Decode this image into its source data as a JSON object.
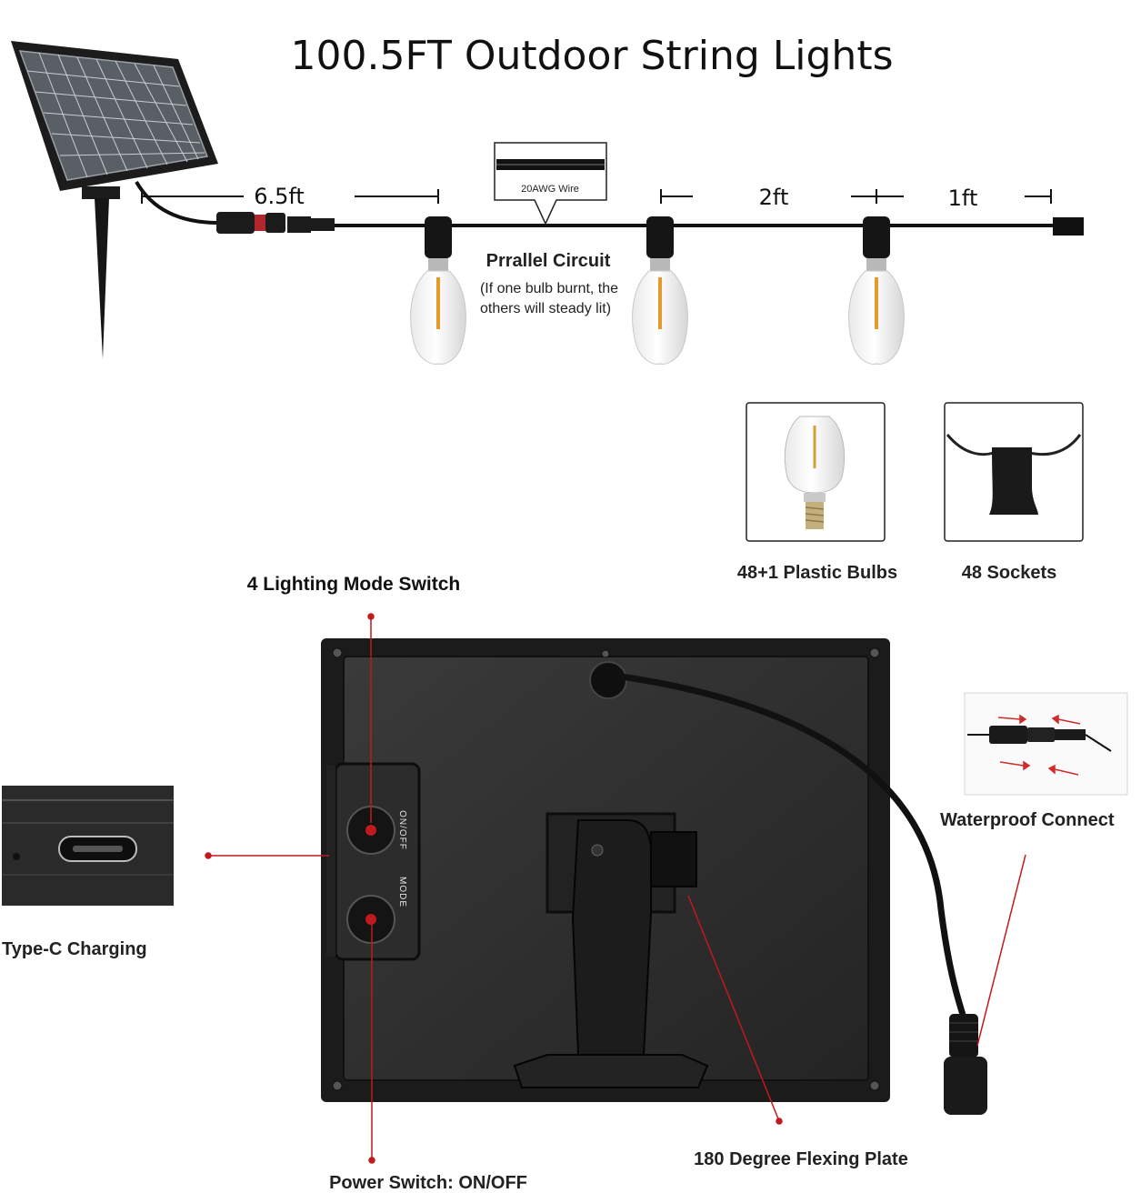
{
  "title": "100.5FT Outdoor String Lights",
  "dimensions": {
    "lead_length": "6.5ft",
    "bulb_spacing": "2ft",
    "end_length": "1ft"
  },
  "wire_tag": "20AWG Wire",
  "circuit": {
    "heading": "Prrallel Circuit",
    "note_line1": "(If one bulb burnt, the",
    "note_line2": "others will steady lit)"
  },
  "accessories": {
    "bulbs": "48+1 Plastic Bulbs",
    "sockets": "48 Sockets"
  },
  "callouts": {
    "mode_switch": "4 Lighting Mode Switch",
    "type_c": "Type-C Charging",
    "waterproof": "Waterproof Connect",
    "flex_plate": "180 Degree Flexing Plate",
    "power_switch": "Power Switch: ON/OFF"
  },
  "button_labels": {
    "on_off": "ON/OFF",
    "mode": "MODE"
  },
  "colors": {
    "callout_line": "#c0191f",
    "panel": "#2b2b2b",
    "cable": "#111111"
  }
}
